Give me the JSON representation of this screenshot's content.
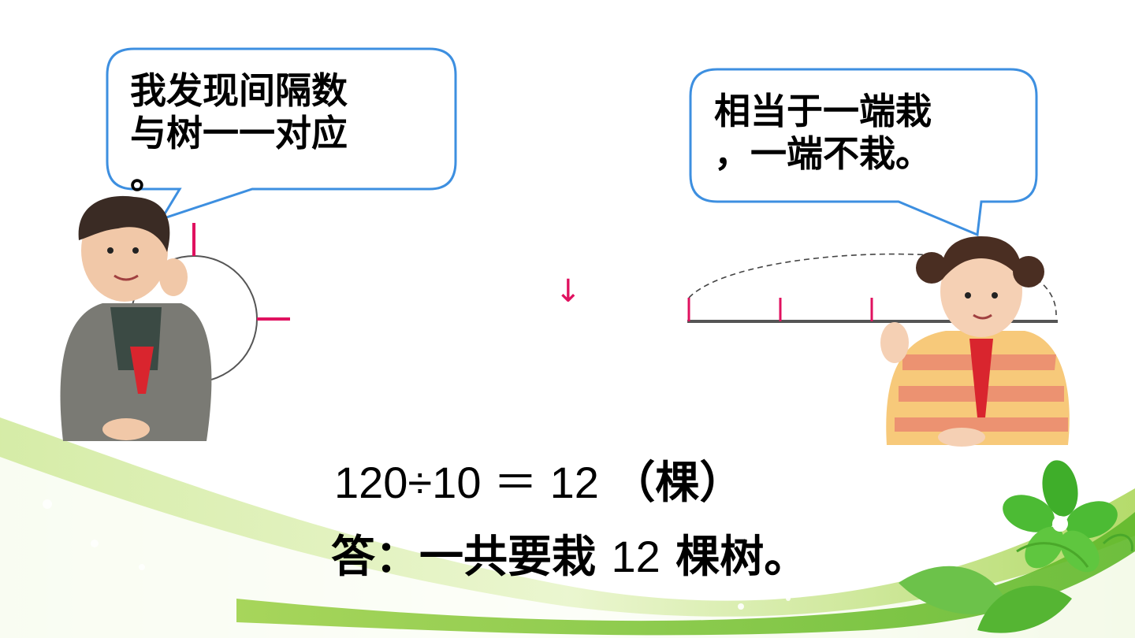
{
  "bubble_left": {
    "lines": [
      "我发现间隔数",
      "与树一一对应",
      "。"
    ]
  },
  "bubble_right": {
    "lines": [
      "相当于一端栽",
      "，一端不栽。"
    ]
  },
  "equation": {
    "number_part": "120÷10 ＝ 12 ",
    "unit_part": "（棵）"
  },
  "answer": {
    "prefix": "答：一共要栽 ",
    "count": "12",
    "suffix": " 棵树。"
  },
  "arrow_symbol": "↓",
  "colors": {
    "bubble_border": "#3d8fe0",
    "tick_mark": "#e0115f",
    "line": "#555555",
    "leaf_green": "#4fb82a",
    "wave_light_green": "#b9e07a"
  },
  "icons": [
    "boy-illustration",
    "girl-illustration",
    "flower-leaf-decoration"
  ]
}
